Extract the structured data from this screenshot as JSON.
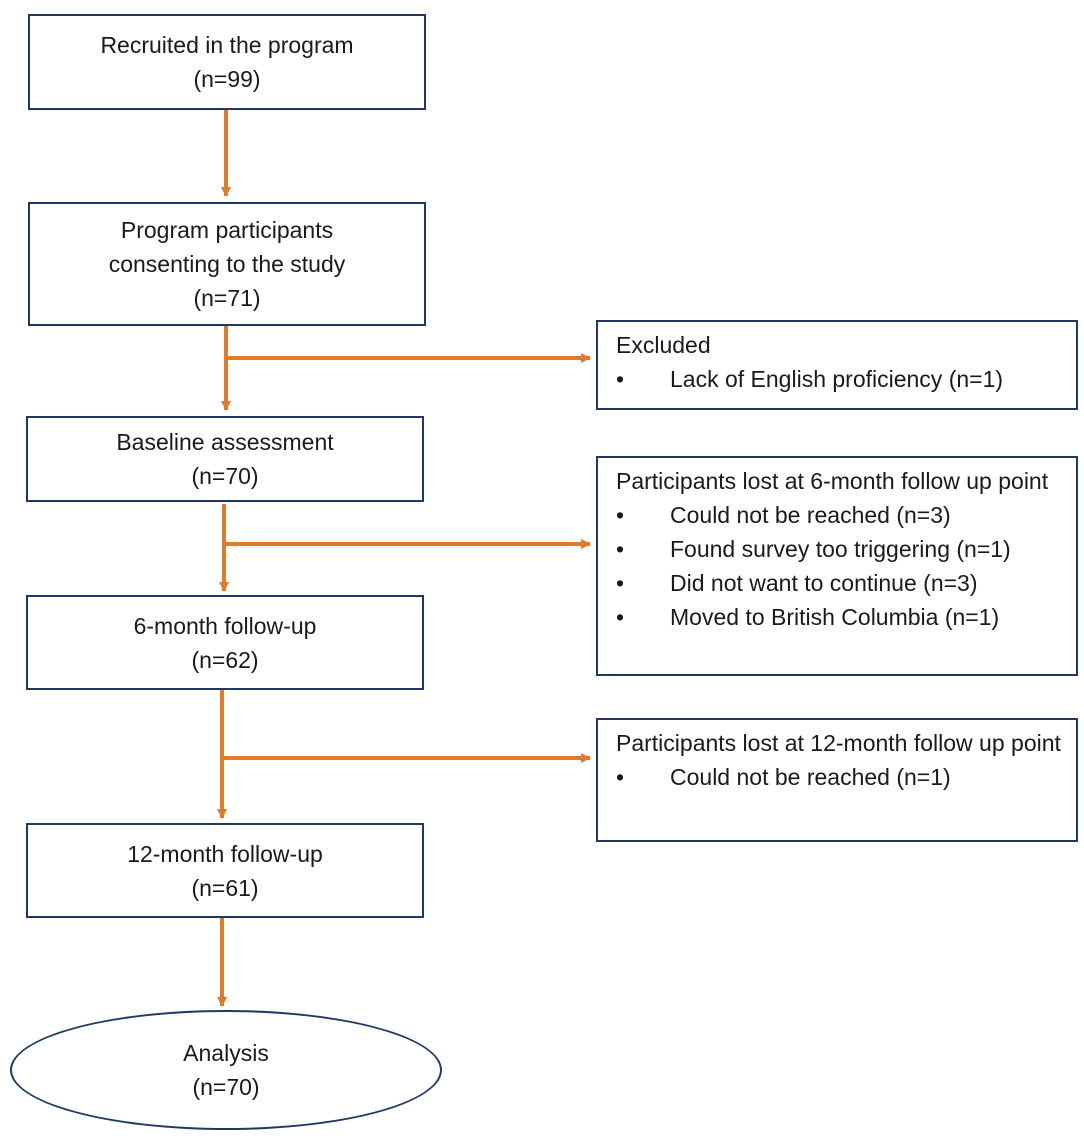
{
  "colors": {
    "arrow": "#e07b2a",
    "border": "#1f3864"
  },
  "main_boxes": [
    {
      "title": "Recruited in the program",
      "lines": [
        "Recruited in the program"
      ],
      "count": "(n=99)"
    },
    {
      "lines": [
        "Program participants",
        "consenting to the study"
      ],
      "count": "(n=71)"
    },
    {
      "lines": [
        "Baseline assessment"
      ],
      "count": "(n=70)"
    },
    {
      "lines": [
        "6-month follow-up"
      ],
      "count": "(n=62)"
    },
    {
      "lines": [
        "12-month follow-up"
      ],
      "count": "(n=61)"
    }
  ],
  "analysis": {
    "label": "Analysis",
    "count": "(n=70)"
  },
  "side_boxes": [
    {
      "title": "Excluded",
      "items": [
        "Lack of English proficiency (n=1)"
      ]
    },
    {
      "title": "Participants lost at 6-month follow up point",
      "items": [
        "Could not be reached (n=3)",
        "Found survey too triggering (n=1)",
        "Did not want to continue (n=3)",
        "Moved to British Columbia (n=1)"
      ]
    },
    {
      "title": "Participants lost at 12-month follow up point",
      "items": [
        "Could not be reached (n=1)"
      ]
    }
  ],
  "bullet": "•"
}
